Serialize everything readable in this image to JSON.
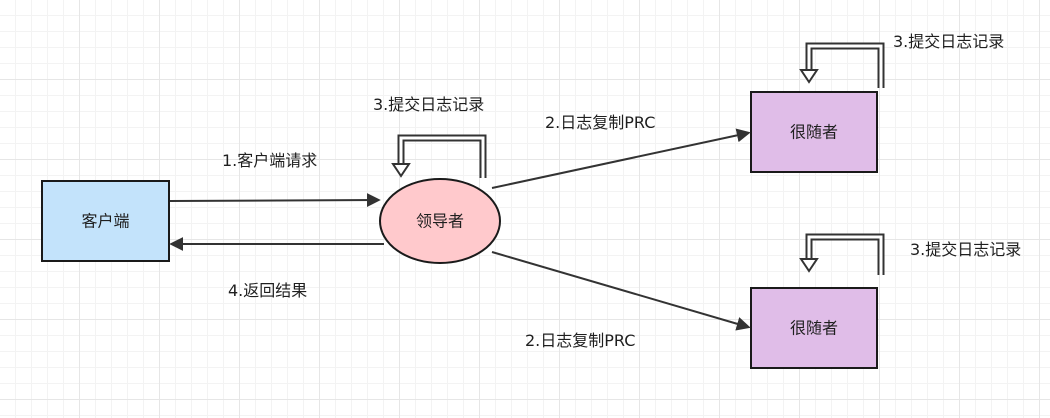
{
  "nodes": {
    "client": {
      "label": "客户端",
      "fill": "#c3e3fb",
      "stroke": "#1a1a1a"
    },
    "leader": {
      "label": "领导者",
      "fill": "#ffc9cc",
      "stroke": "#1a1a1a"
    },
    "follower_top": {
      "label": "很随者",
      "fill": "#e0bde8",
      "stroke": "#1a1a1a"
    },
    "follower_bottom": {
      "label": "很随者",
      "fill": "#e0bde8",
      "stroke": "#1a1a1a"
    }
  },
  "edges": {
    "request": "1.客户端请求",
    "return_result": "4.返回结果",
    "replicate_top": "2.日志复制PRC",
    "replicate_bottom": "2.日志复制PRC",
    "commit_leader": "3.提交日志记录",
    "commit_follower_top": "3.提交日志记录",
    "commit_follower_bottom": "3.提交日志记录"
  },
  "colors": {
    "line": "#333333",
    "grid_major": "#e6e6e6",
    "grid_minor": "#f3f3f3"
  }
}
